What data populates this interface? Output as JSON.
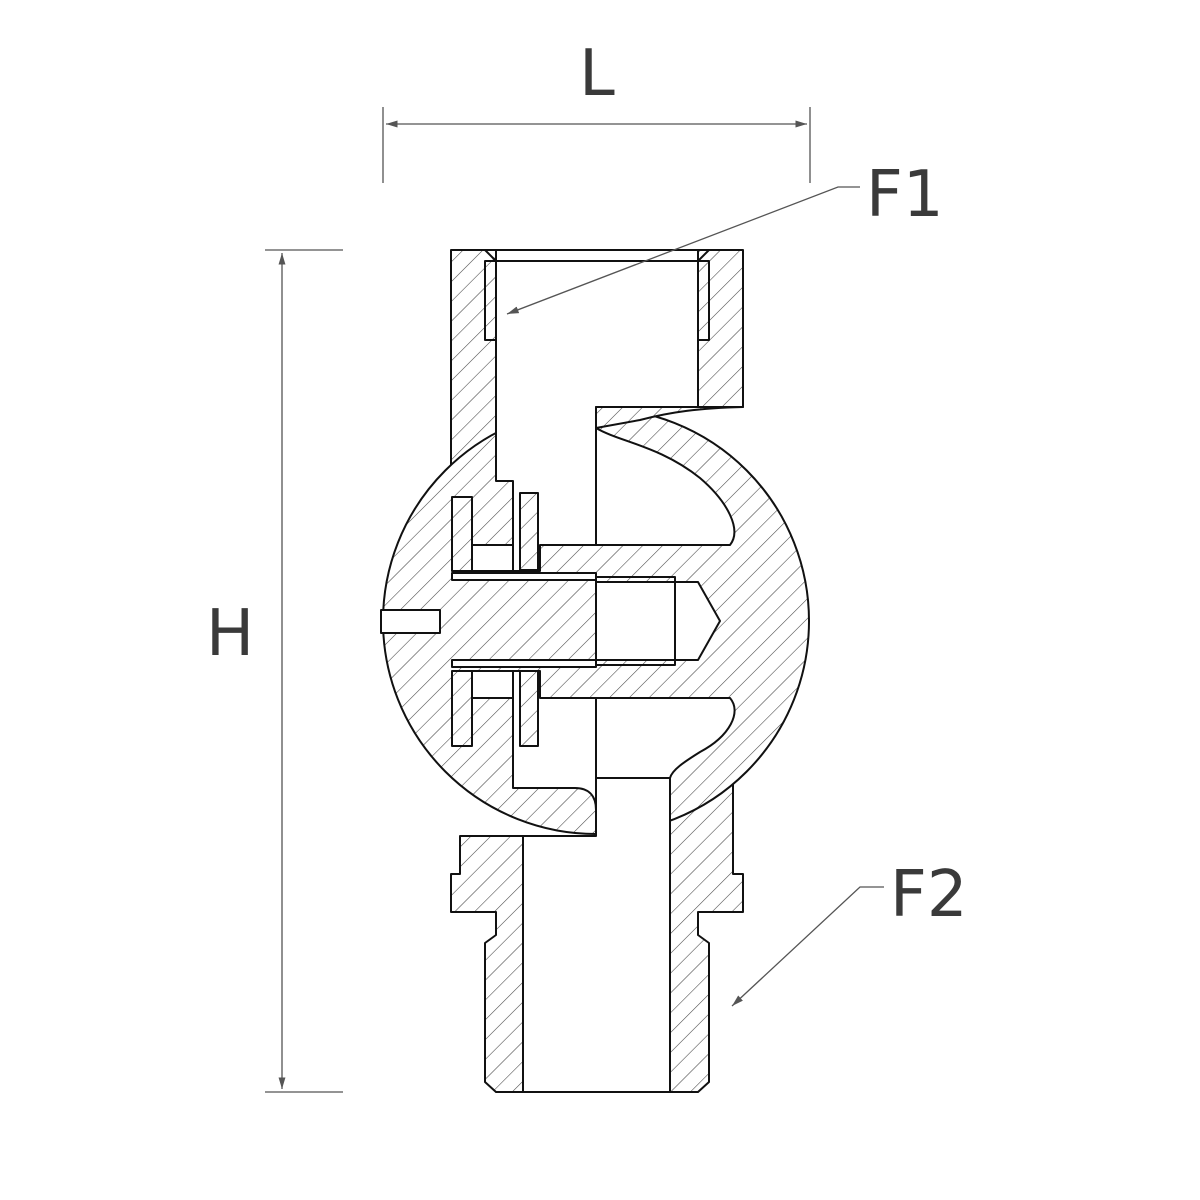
{
  "drawing": {
    "type": "ball valve cross-section",
    "labels": {
      "length": "L",
      "height": "H",
      "port_top": "F1",
      "port_bottom": "F2"
    },
    "colors": {
      "line": "#111111",
      "hatch": "#444444",
      "dimension": "#555555",
      "background": "#ffffff"
    }
  }
}
